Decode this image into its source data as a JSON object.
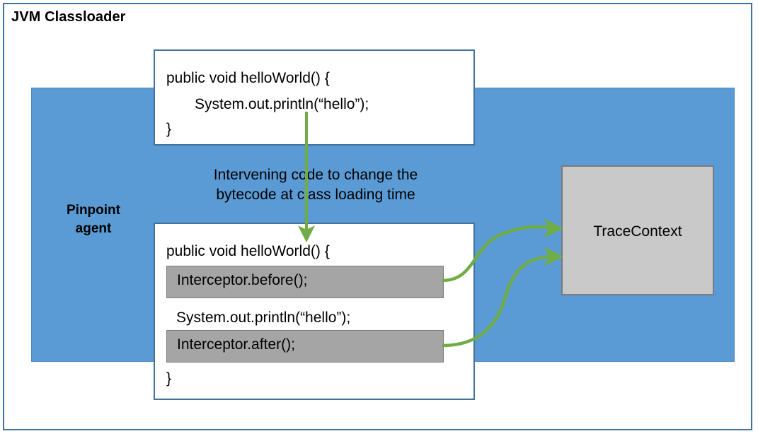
{
  "diagram": {
    "title": "JVM Classloader",
    "agent_panel": {
      "label_line1": "Pinpoint",
      "label_line2": "agent",
      "color": "#5B9BD5"
    },
    "note": {
      "line1": "Intervening code to change the",
      "line2": "bytecode at class loading time"
    },
    "code_box_original": {
      "line1": "public void helloWorld() {",
      "line2": "System.out.println(“hello”);",
      "line3": "}"
    },
    "code_box_instrumented": {
      "line1": "public void helloWorld() {",
      "interceptor_before": "Interceptor.before();",
      "line3": "System.out.println(“hello”);",
      "interceptor_after": "Interceptor.after();",
      "line5": "}"
    },
    "trace_context": {
      "label": "TraceContext",
      "color": "#C9C9C9"
    },
    "arrows": {
      "color": "#70AD47",
      "transform_arrow": "vertical-down-arrow-from-original-to-instrumented",
      "before_arrow": "interceptor-before-to-tracecontext",
      "after_arrow": "interceptor-after-to-tracecontext"
    },
    "colors": {
      "frame_border": "#41719C",
      "panel_blue": "#5B9BD5",
      "bar_gray": "#A5A5A5",
      "arrow_green": "#70AD47",
      "trace_gray": "#C9C9C9"
    }
  }
}
